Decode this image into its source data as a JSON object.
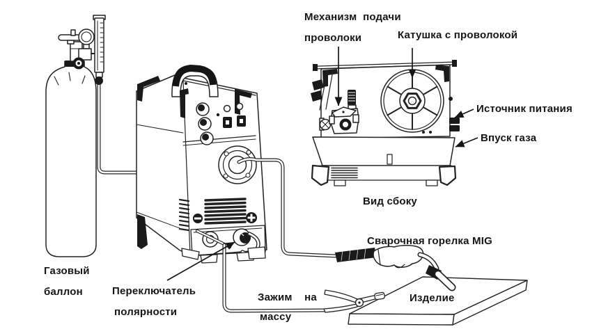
{
  "diagram": {
    "kind": "welding-machine-setup-line-drawing",
    "colors": {
      "line": "#222222",
      "fill": "#1a1a1a",
      "background": "#ffffff",
      "text": "#161616"
    },
    "labels": {
      "wire_feed_1": "Механизм  подачи",
      "wire_feed_2": "проволоки",
      "spool": "Катушка с проволокой",
      "power_source": "Источник питания",
      "gas_inlet": "Впуск газа",
      "side_view": "Вид сбоку",
      "torch": "Сварочная горелка MIG",
      "cylinder_1": "Газовый",
      "cylinder_2": "баллон",
      "polarity_1": "Переключатель",
      "polarity_2": "полярности",
      "clamp_1": "Зажим    на",
      "clamp_2": "массу",
      "workpiece": "Изделие"
    }
  }
}
